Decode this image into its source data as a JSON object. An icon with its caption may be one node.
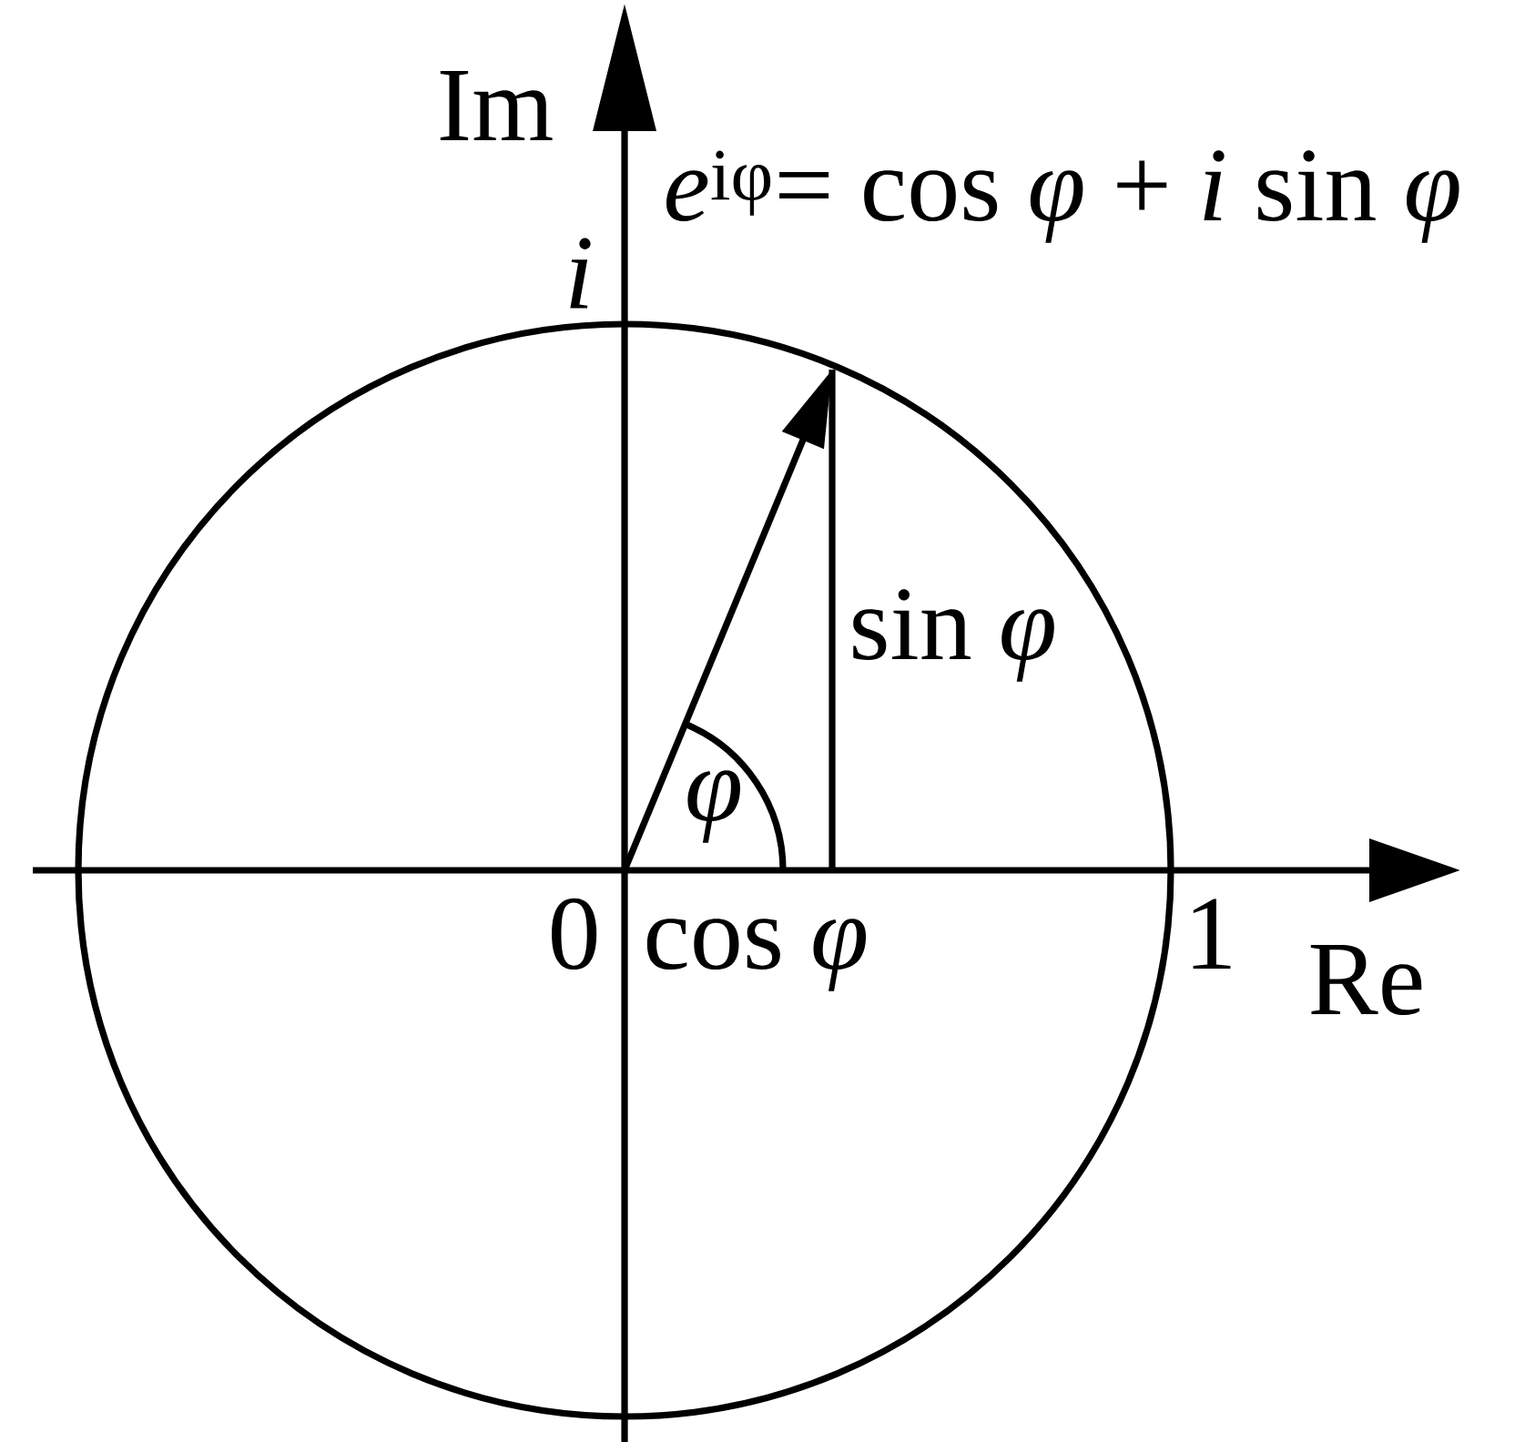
{
  "diagram": {
    "labels": [
      "Im",
      "*e*$^{iφ}$= cos *φ* + *i* sin *φ*",
      "i",
      "sin *φ*",
      "φ",
      "0",
      "cos *φ*",
      "1",
      "Re"
    ]
  }
}
